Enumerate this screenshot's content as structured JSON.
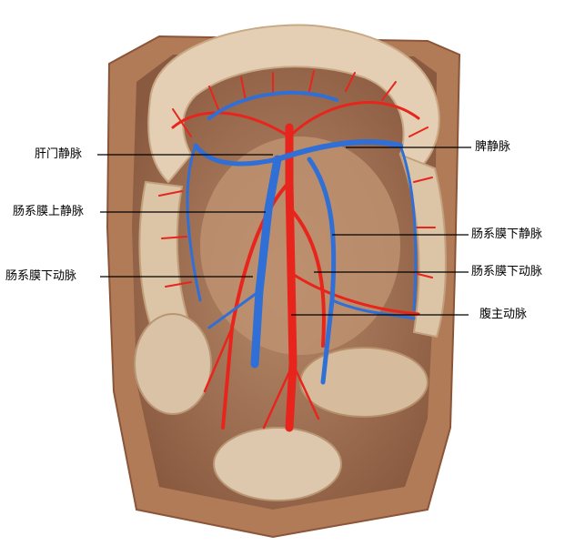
{
  "labels": {
    "portal_vein": "肝门静脉",
    "splenic_vein": "脾静脉",
    "superior_mesenteric_vein": "肠系膜上静脉",
    "inferior_mesenteric_vein": "肠系膜下静脉",
    "inferior_mesenteric_artery_left": "肠系膜下动脉",
    "inferior_mesenteric_artery_right": "肠系膜下动脉",
    "abdominal_aorta": "腹主动脉"
  },
  "colors": {
    "artery": "#e8251c",
    "vein": "#2f6fd6",
    "tissue": "#c89a78",
    "bowel": "#e2cdb3",
    "wall": "#b07a5a",
    "leader": "#000000"
  }
}
